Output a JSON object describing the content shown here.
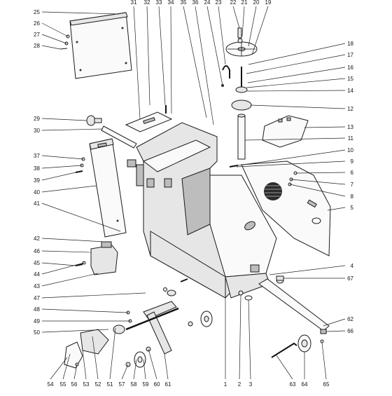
{
  "diagram": {
    "type": "exploded-parts-diagram",
    "callout_numbers": [
      "1",
      "2",
      "3",
      "4",
      "5",
      "6",
      "7",
      "8",
      "9",
      "10",
      "11",
      "12",
      "13",
      "14",
      "15",
      "16",
      "17",
      "18",
      "19",
      "20",
      "21",
      "22",
      "23",
      "24",
      "25",
      "26",
      "27",
      "28",
      "29",
      "30",
      "31",
      "32",
      "33",
      "34",
      "35",
      "36",
      "37",
      "38",
      "39",
      "40",
      "41",
      "42",
      "43",
      "44",
      "45",
      "46",
      "47",
      "48",
      "49",
      "50",
      "51",
      "52",
      "53",
      "54",
      "55",
      "56",
      "57",
      "58",
      "59",
      "60",
      "61",
      "62",
      "63",
      "64",
      "65",
      "66",
      "67"
    ]
  },
  "parts": [
    {
      "id": "frame",
      "name_icon": "machine-frame"
    },
    {
      "id": "blade-guard",
      "name_icon": "blade-guard-panel"
    },
    {
      "id": "side-panel",
      "name_icon": "side-panel"
    },
    {
      "id": "belt-cover",
      "name_icon": "belt-cover"
    },
    {
      "id": "handle-bar",
      "name_icon": "handle-bar"
    },
    {
      "id": "water-tank",
      "name_icon": "water-tank"
    },
    {
      "id": "crank-wheel",
      "name_icon": "crank-wheel"
    },
    {
      "id": "wheel-axle",
      "name_icon": "wheel-axle"
    }
  ]
}
